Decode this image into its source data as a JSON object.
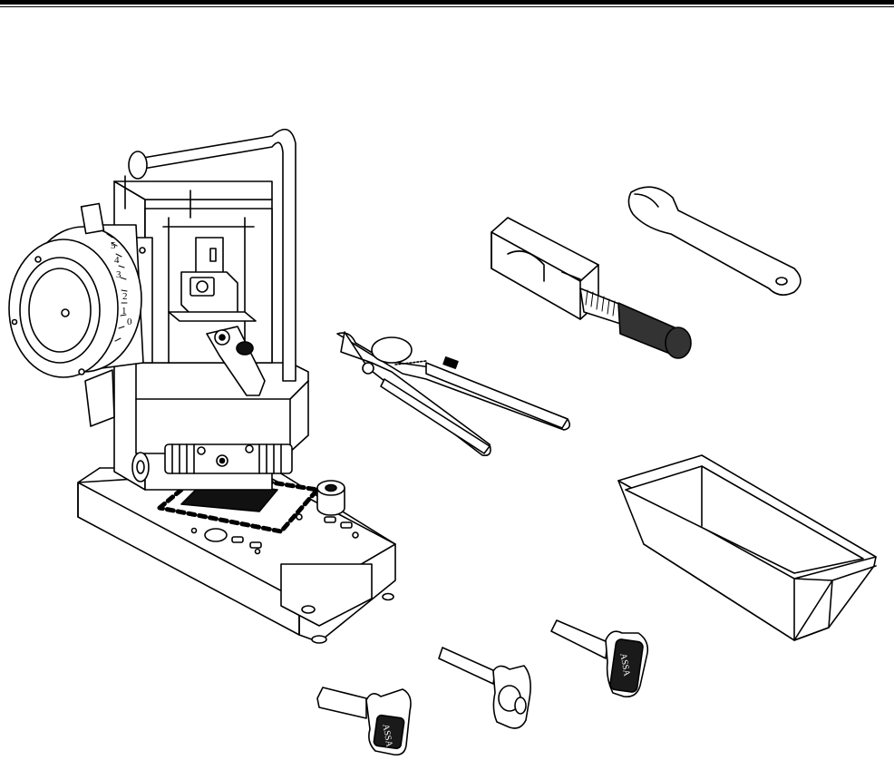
{
  "figure": {
    "dial_scale": [
      "5",
      "4",
      "3",
      "2",
      "1",
      "0"
    ],
    "key_brand": "ASSA"
  },
  "colors": {
    "ink": "#000000",
    "paper": "#ffffff",
    "shade": "#d9d9d9",
    "dark": "#1a1a1a"
  }
}
